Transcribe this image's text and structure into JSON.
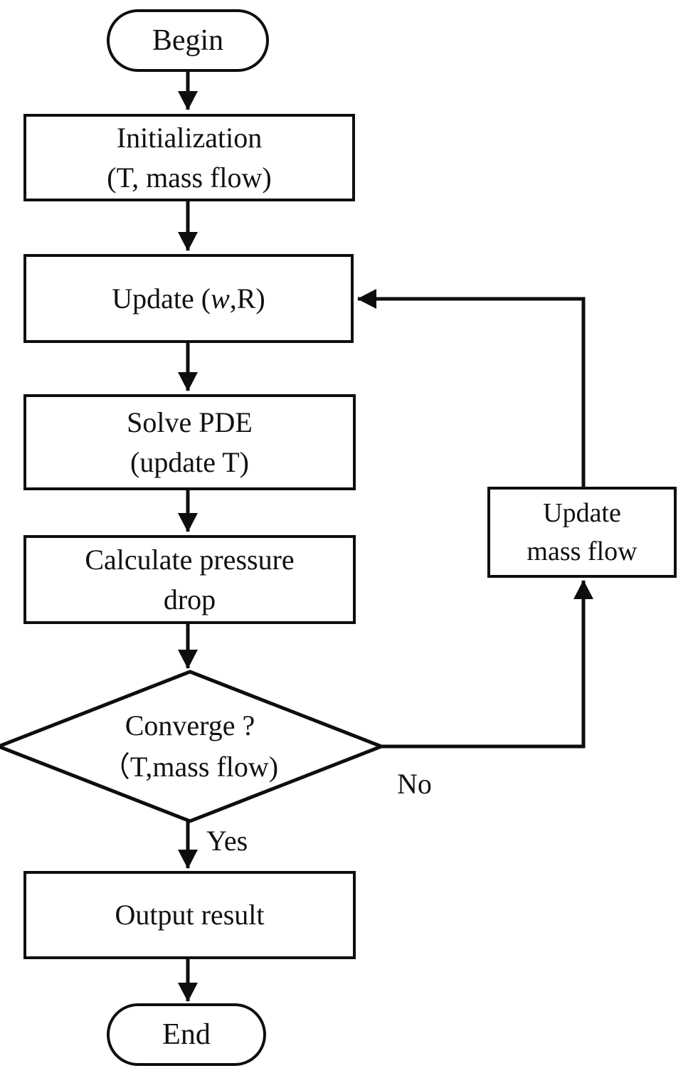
{
  "diagram": {
    "type": "flowchart",
    "colors": {
      "stroke": "#0e0e0e",
      "background": "#ffffff",
      "text": "#111111"
    },
    "nodes": {
      "begin": {
        "type": "terminator",
        "label": "Begin"
      },
      "init": {
        "type": "process",
        "line1": "Initialization",
        "line2": "(T, mass flow)"
      },
      "update": {
        "type": "process",
        "pre": "Update (",
        "emph": "w",
        "post": ",R)"
      },
      "solve": {
        "type": "process",
        "line1": "Solve PDE",
        "line2": "(update T)"
      },
      "calc": {
        "type": "process",
        "line1": "Calculate pressure",
        "line2": "drop"
      },
      "converge": {
        "type": "decision",
        "line1": "Converge ?",
        "line2": "（T,mass flow)"
      },
      "umf": {
        "type": "process",
        "line1": "Update",
        "line2": "mass flow"
      },
      "output": {
        "type": "process",
        "label": "Output result"
      },
      "end": {
        "type": "terminator",
        "label": "End"
      }
    },
    "edges": {
      "yes_label": "Yes",
      "no_label": "No"
    }
  }
}
